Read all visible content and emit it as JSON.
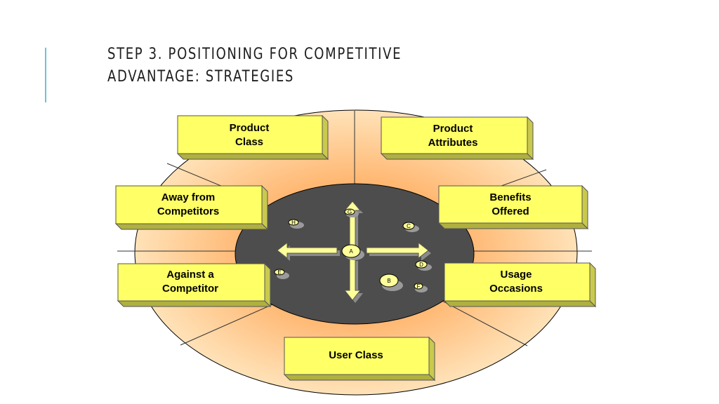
{
  "slide": {
    "title_line1": "STEP 3. POSITIONING FOR COMPETITIVE",
    "title_line2": "ADVANTAGE: STRATEGIES"
  },
  "colors": {
    "accent": "#6cc3d5",
    "box_fill": "#ffff66",
    "ellipse_center": "#ffb066",
    "ellipse_edge": "#ffe0b0",
    "inner_dark": "#4d4d4d",
    "arrow_fill": "#ffff99"
  },
  "strategies": {
    "product_class": [
      "Product",
      "Class"
    ],
    "product_attributes": [
      "Product",
      "Attributes"
    ],
    "away_from_competitors": [
      "Away from",
      "Competitors"
    ],
    "benefits_offered": [
      "Benefits",
      "Offered"
    ],
    "against_a_competitor": [
      "Against a",
      "Competitor"
    ],
    "usage_occasions": [
      "Usage",
      "Occasions"
    ],
    "user_class": [
      "User Class"
    ]
  },
  "points": {
    "a": "A",
    "b": "B",
    "c": "C",
    "d": "D",
    "e": "E",
    "f": "F",
    "g": "G",
    "h": "H"
  }
}
